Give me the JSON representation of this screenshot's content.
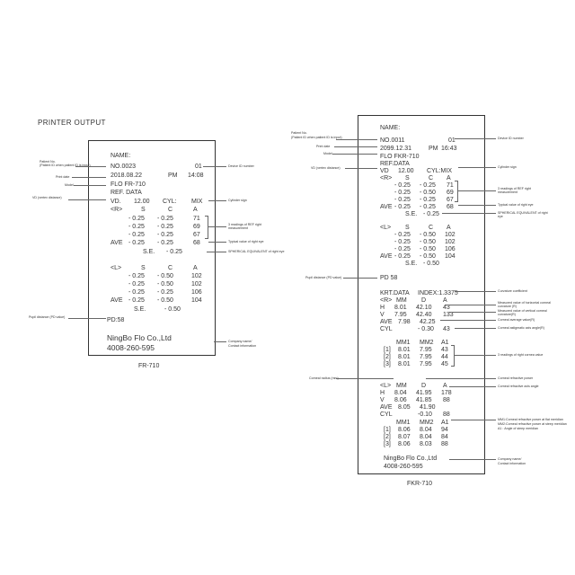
{
  "page": {
    "title": "PRINTER OUTPUT"
  },
  "fr710": {
    "caption": "FR-710",
    "header": {
      "name": "NAME:",
      "no": "NO.0023",
      "id": "01",
      "date": "2018.08.22",
      "ampm": "PM",
      "time": "14:08",
      "model": "FLO   FR-710",
      "ref": "REF. DATA"
    },
    "vd": {
      "label": "VD.",
      "value": "12.00",
      "cyl": "CYL:",
      "mix": "MIX"
    },
    "right": {
      "label": "<R>",
      "cols": [
        "S",
        "C",
        "A"
      ],
      "rows": [
        {
          "s": "- 0.25",
          "c": "- 0.25",
          "a": "71"
        },
        {
          "s": "- 0.25",
          "c": "- 0.25",
          "a": "69"
        },
        {
          "s": "- 0.25",
          "c": "- 0.25",
          "a": "67"
        }
      ],
      "ave": {
        "label": "AVE",
        "s": "- 0.25",
        "c": "- 0.25",
        "a": "68"
      },
      "se": {
        "label": "S.E.",
        "value": "- 0.25"
      }
    },
    "left": {
      "label": "<L>",
      "cols": [
        "S",
        "C",
        "A"
      ],
      "rows": [
        {
          "s": "- 0.25",
          "c": "- 0.50",
          "a": "102"
        },
        {
          "s": "- 0.25",
          "c": "- 0.50",
          "a": "102"
        },
        {
          "s": "- 0.25",
          "c": "- 0.25",
          "a": "106"
        }
      ],
      "ave": {
        "label": "AVE",
        "s": "- 0.25",
        "c": "- 0.50",
        "a": "104"
      },
      "se": {
        "label": "S.E.",
        "value": "- 0.50"
      }
    },
    "pd": "PD:58",
    "company": "NingBo Flo Co.,Ltd",
    "phone": "4008-260-595",
    "annotations": {
      "patient_no": "Patient No.",
      "patient_id": "(Patient ID when patient ID is input)",
      "print_date": "Print date",
      "model": "Model",
      "vd": "VD (vertex distance)",
      "device_id": "Device ID number",
      "cylinder": "Cylinder sign",
      "three_readings": "3 readings of REF right measurement",
      "typical": "Typical value of right eye",
      "spherical": "SPHERICAL EQUIVALENT of right eye",
      "pupil": "Pupil distance (PD value)",
      "company": "Company name/",
      "contact": "Contact information"
    }
  },
  "fkr710": {
    "caption": "FKR-710",
    "header": {
      "name": "NAME:",
      "no": "NO.0011",
      "id": "01",
      "date": "2099.12.31",
      "ampm": "PM",
      "time": "16:43",
      "model": "FLO FKR-710",
      "ref": "REF.DATA"
    },
    "vd": {
      "label": "VD",
      "value": "12.00",
      "cylmix": "CYL:MIX"
    },
    "right": {
      "label": "<R>",
      "cols": [
        "S",
        "C",
        "A"
      ],
      "rows": [
        {
          "s": "- 0.25",
          "c": "- 0.25",
          "a": "71"
        },
        {
          "s": "- 0.25",
          "c": "- 0.50",
          "a": "69"
        },
        {
          "s": "- 0.25",
          "c": "- 0.25",
          "a": "67"
        }
      ],
      "ave": {
        "label": "AVE",
        "s": "- 0.25",
        "c": "- 0.25",
        "a": "68"
      },
      "se": {
        "label": "S.E.",
        "value": "- 0.25"
      }
    },
    "left": {
      "label": "<L>",
      "cols": [
        "S",
        "C",
        "A"
      ],
      "rows": [
        {
          "s": "- 0.25",
          "c": "- 0.50",
          "a": "102"
        },
        {
          "s": "- 0.25",
          "c": "- 0.50",
          "a": "102"
        },
        {
          "s": "- 0.25",
          "c": "- 0.50",
          "a": "106"
        }
      ],
      "ave": {
        "label": "AVE",
        "s": "- 0.25",
        "c": "- 0.50",
        "a": "104"
      },
      "se": {
        "label": "S.E.",
        "value": "- 0.50"
      }
    },
    "pd": "PD 58",
    "krt": {
      "head": "KRT.DATA",
      "index": "INDEX:1.3375",
      "right": {
        "label": "<R>",
        "cols": [
          "MM",
          "D",
          "A"
        ],
        "h": {
          "label": "H",
          "mm": "8.01",
          "d": "42.10",
          "a": "43"
        },
        "v": {
          "label": "V",
          "mm": "7.95",
          "d": "42.40",
          "a": "133"
        },
        "ave": {
          "label": "AVE",
          "mm": "7.98",
          "d": "42.25"
        },
        "cyl": {
          "label": "CYL",
          "d": "- 0.30",
          "a": "43"
        },
        "cols2": [
          "MM1",
          "MM2",
          "A1"
        ],
        "readings": [
          {
            "label": "[1]",
            "mm1": "8.01",
            "mm2": "7.95",
            "a1": "43"
          },
          {
            "label": "[2]",
            "mm1": "8.01",
            "mm2": "7.95",
            "a1": "44"
          },
          {
            "label": "[3]",
            "mm1": "8.01",
            "mm2": "7.95",
            "a1": "45"
          }
        ]
      },
      "left": {
        "label": "<L>",
        "cols": [
          "MM",
          "D",
          "A"
        ],
        "h": {
          "label": "H",
          "mm": "8.04",
          "d": "41.95",
          "a": "178"
        },
        "v": {
          "label": "V",
          "mm": "8.06",
          "d": "41.85",
          "a": "88"
        },
        "ave": {
          "label": "AVE",
          "mm": "8.05",
          "d": "41.90"
        },
        "cyl": {
          "label": "CYL",
          "d": "-0.10",
          "a": "88"
        },
        "cols2": [
          "MM1",
          "MM2",
          "A1"
        ],
        "readings": [
          {
            "label": "[1]",
            "mm1": "8.06",
            "mm2": "8.04",
            "a1": "94"
          },
          {
            "label": "[2]",
            "mm1": "8.07",
            "mm2": "8.04",
            "a1": "84"
          },
          {
            "label": "[3]",
            "mm1": "8.06",
            "mm2": "8.03",
            "a1": "88"
          }
        ]
      }
    },
    "company": "NingBo Flo Co.,Ltd",
    "phone": "4008-260-595",
    "annotations": {
      "patient_no": "Patient No.",
      "patient_id": "(Patient ID when patient ID is input)",
      "print_date": "Print date",
      "model": "Model",
      "vd": "VD (vertex distance)",
      "device_id": "Device ID number",
      "cylinder": "Cylinder sign",
      "three_readings": "3 readings of REF right measurement",
      "typical": "Typical value of right eye",
      "spherical": "SPHERICAL EQUIVALENT of right eye",
      "pupil": "Pupil distance (PD value)",
      "curvature_coef": "Curvature coefficient",
      "horizontal": "Measured value of horizontal corneal curvature (R)",
      "vertical": "Measured value of vertical corneal curvature(R)",
      "corneal_avg": "Corneal average value(R)",
      "astig": "Corneal astigmatic axis angle(R)",
      "krt_readings": "3 readings of right cornea value",
      "corneal_radius": "Corneal radius (mm)",
      "refractive_power": "Corneal refractive power",
      "refractive_axis": "Corneal refractive axis angle",
      "mm1": "MM1:Corneal refractive power at flat meridian",
      "mm2": "MM2:Corneal refractive power at steep meridian",
      "a1": "A1 : Angle of steep meridian",
      "company": "Company name/",
      "contact": "Contact information"
    }
  }
}
